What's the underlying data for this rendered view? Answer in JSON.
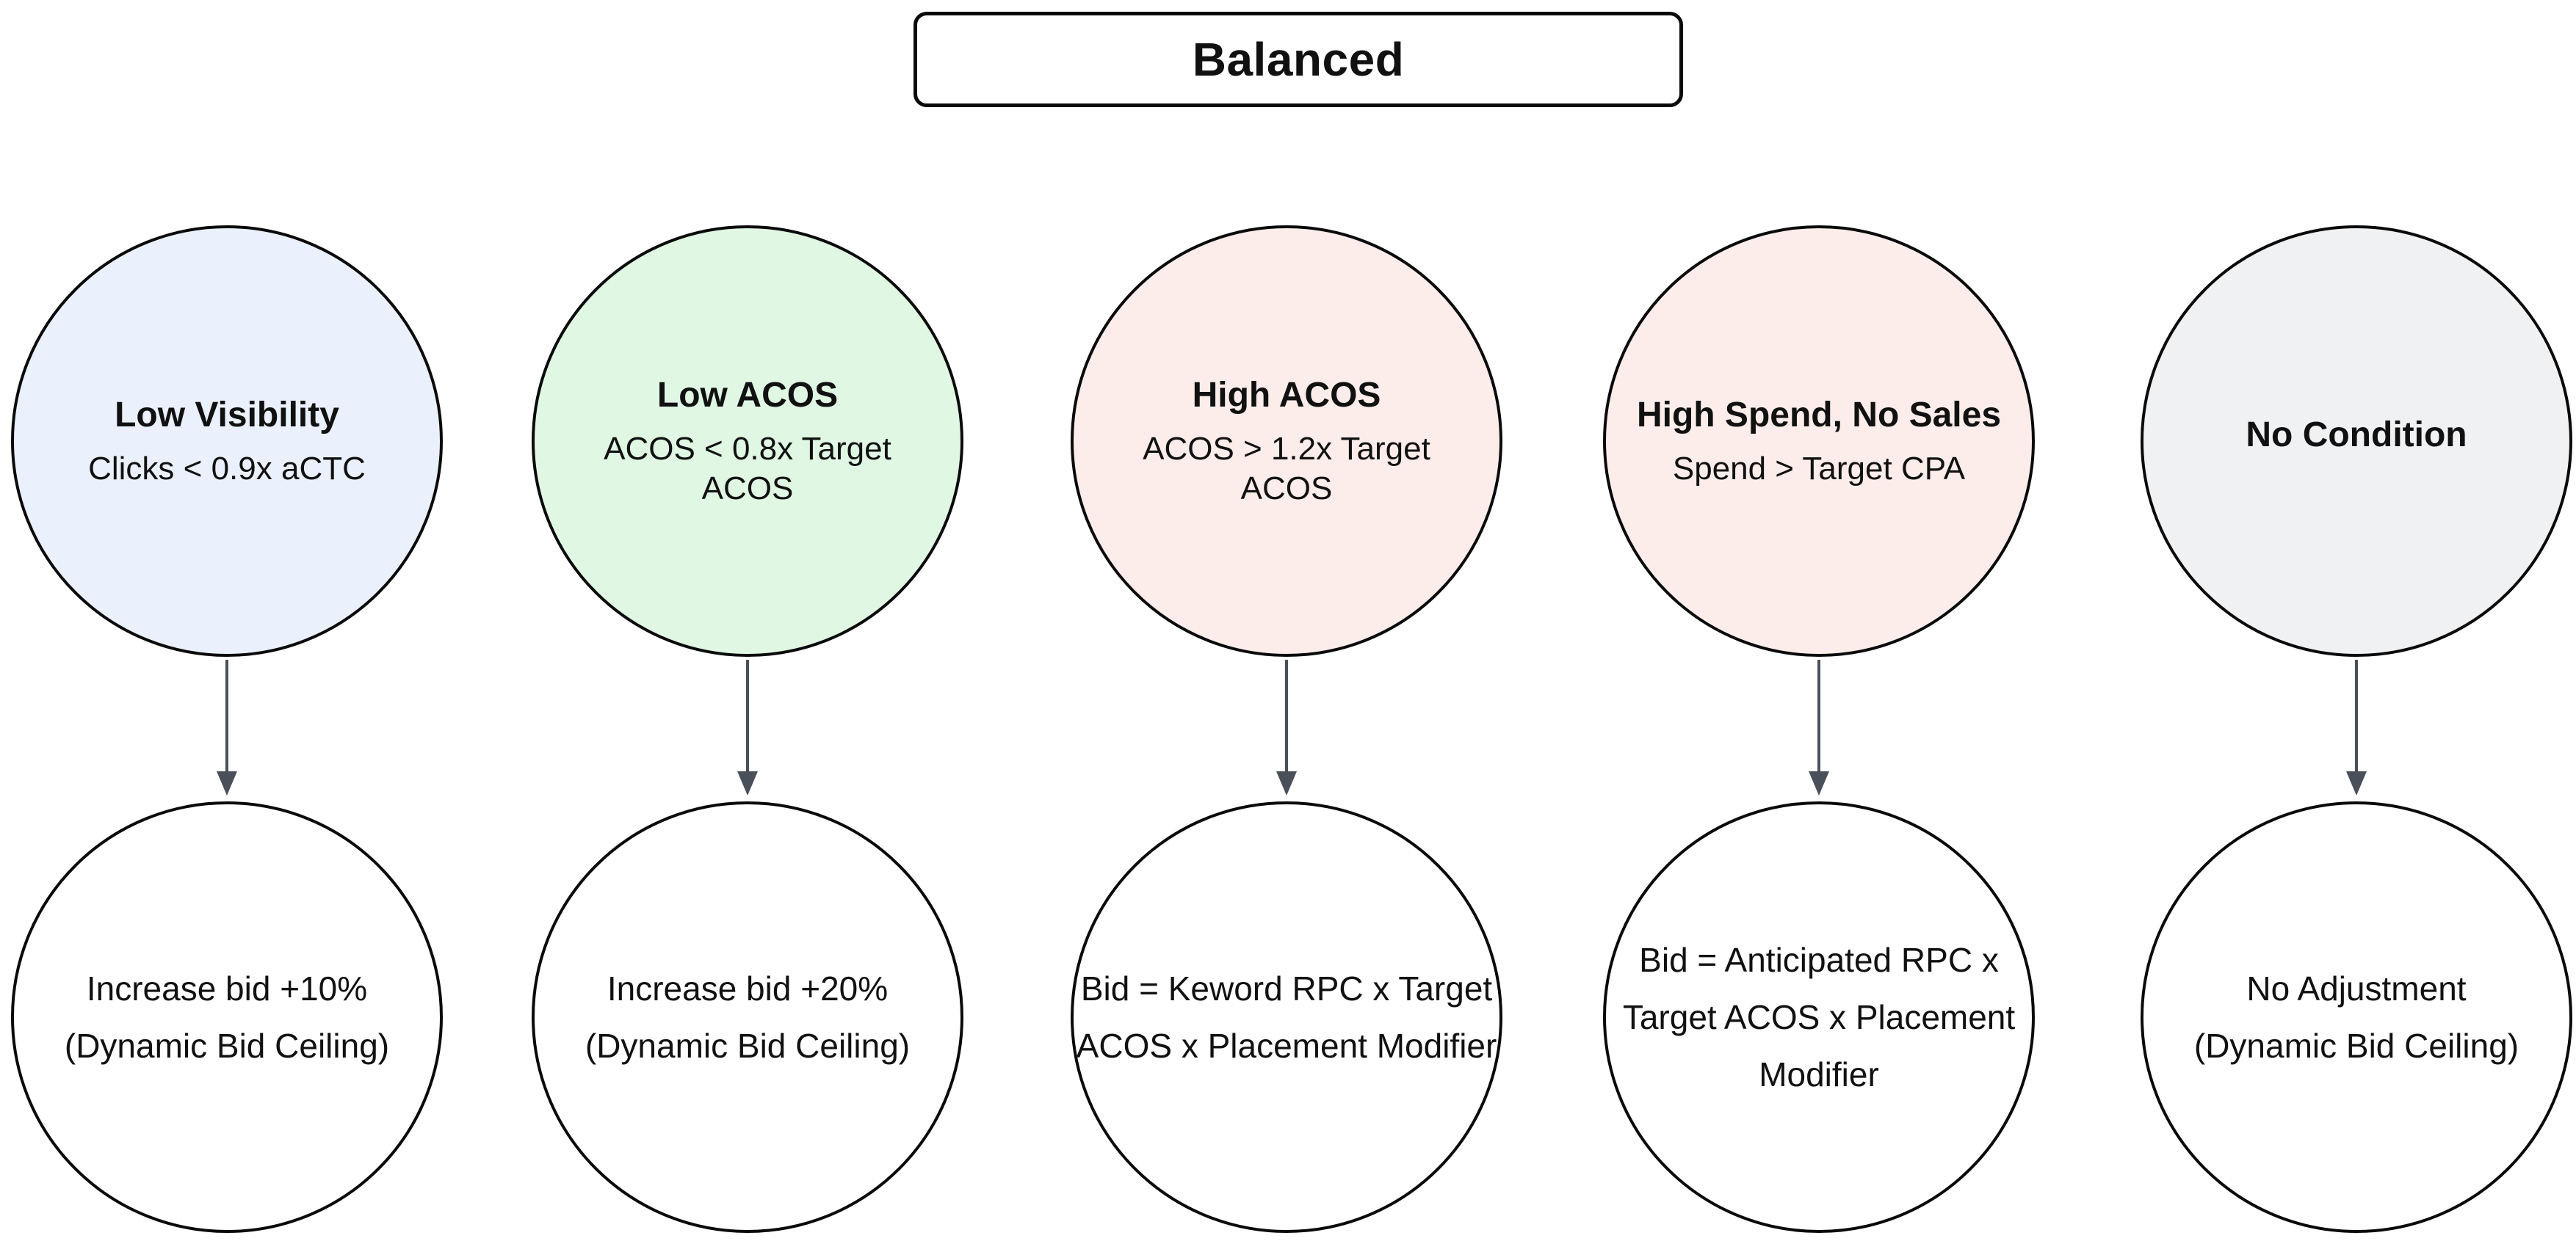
{
  "diagram": {
    "title": "Balanced",
    "colors": {
      "background": "#ffffff",
      "stroke": "#0a0a0a",
      "text": "#111111",
      "arrow": "#4a5059",
      "condition_blue": "#eaf1fc",
      "condition_green": "#dff7e3",
      "condition_pink": "#fcedeb",
      "condition_gray": "#eff1f3"
    },
    "columns": [
      {
        "condition": {
          "title": "Low Visibility",
          "subtitle": "Clicks < 0.9x aCTC",
          "fill": "#eaf1fc"
        },
        "action": {
          "line1": "Increase bid +10%",
          "line2": "(Dynamic Bid Ceiling)",
          "line3": ""
        }
      },
      {
        "condition": {
          "title": "Low ACOS",
          "subtitle": "ACOS < 0.8x Target ACOS",
          "fill": "#dff7e3"
        },
        "action": {
          "line1": "Increase bid +20%",
          "line2": "(Dynamic Bid Ceiling)",
          "line3": ""
        }
      },
      {
        "condition": {
          "title": "High ACOS",
          "subtitle": "ACOS > 1.2x Target ACOS",
          "fill": "#fcedeb"
        },
        "action": {
          "line1": "Bid = Keword RPC x Target",
          "line2": "ACOS x Placement Modifier",
          "line3": ""
        }
      },
      {
        "condition": {
          "title": "High Spend, No Sales",
          "subtitle": "Spend > Target CPA",
          "fill": "#fcedeb"
        },
        "action": {
          "line1": "Bid = Anticipated RPC x",
          "line2": "Target ACOS x Placement",
          "line3": "Modifier"
        }
      },
      {
        "condition": {
          "title": "No Condition",
          "subtitle": "",
          "fill": "#eff1f3"
        },
        "action": {
          "line1": "No Adjustment",
          "line2": "(Dynamic Bid Ceiling)",
          "line3": ""
        }
      }
    ]
  }
}
